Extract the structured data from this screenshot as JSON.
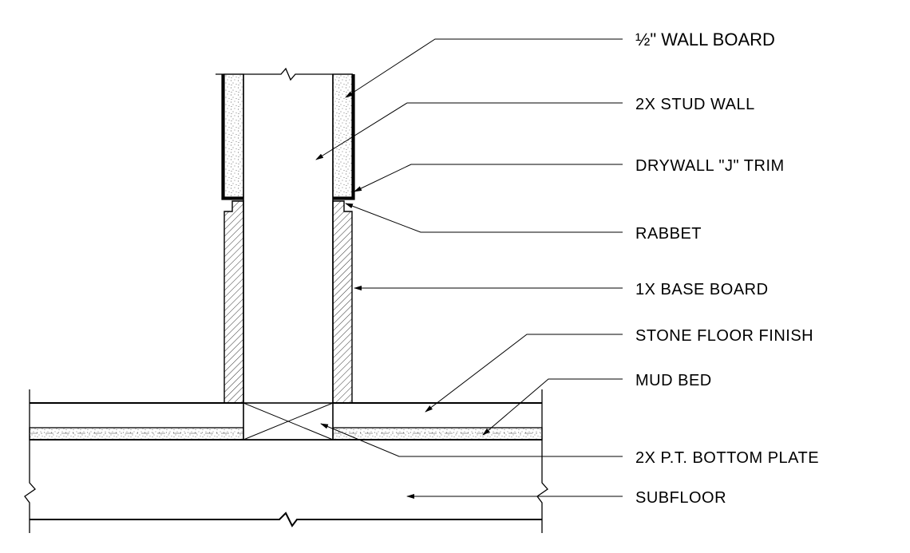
{
  "labels": {
    "wall_board": "½\" WALL BOARD",
    "stud_wall": "2X STUD WALL",
    "drywall_trim": "DRYWALL \"J\" TRIM",
    "rabbet": "RABBET",
    "base_board": "1X BASE BOARD",
    "stone_floor": "STONE FLOOR FINISH",
    "mud_bed": "MUD BED",
    "bottom_plate": "2X P.T. BOTTOM PLATE",
    "subfloor": "SUBFLOOR"
  }
}
